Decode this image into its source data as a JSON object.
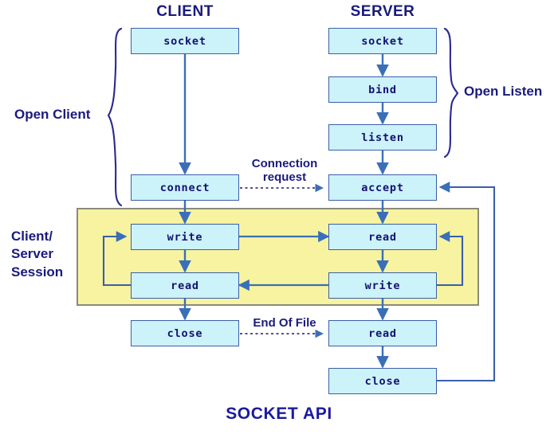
{
  "title": "SOCKET API",
  "columns": [
    {
      "id": "client",
      "label": "CLIENT"
    },
    {
      "id": "server",
      "label": "SERVER"
    }
  ],
  "groups": [
    {
      "id": "open-client",
      "label": "Open Client"
    },
    {
      "id": "open-listen",
      "label": "Open Listen"
    },
    {
      "id": "session",
      "label": "Client/\nServer\nSession"
    }
  ],
  "nodes": {
    "client_socket": "socket",
    "client_connect": "connect",
    "client_write": "write",
    "client_read": "read",
    "client_close": "close",
    "server_socket": "socket",
    "server_bind": "bind",
    "server_listen": "listen",
    "server_accept": "accept",
    "server_read1": "read",
    "server_write": "write",
    "server_read2": "read",
    "server_close": "close"
  },
  "edge_labels": {
    "connection_request": "Connection\nrequest",
    "end_of_file": "End Of File"
  },
  "colors": {
    "node_fill": "#ccf2fa",
    "node_stroke": "#3a5fa8",
    "session_fill": "#f7f3a0",
    "session_stroke": "#8a8a7a",
    "arrow": "#3a6fb8",
    "text_navy": "#1a1a7e",
    "title": "#1a1a9e"
  }
}
